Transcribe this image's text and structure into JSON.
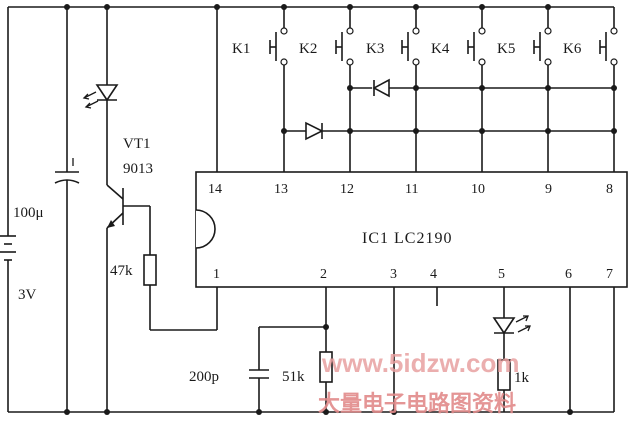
{
  "components": {
    "capacitor_electrolytic": "100μ",
    "battery": "3V",
    "transistor_ref": "VT1",
    "transistor_part": "9013",
    "resistor_base": "47k",
    "capacitor_timing": "200p",
    "resistor_timing": "51k",
    "resistor_led": "1k",
    "ic_label": "IC1  LC2190"
  },
  "keys": [
    "K1",
    "K2",
    "K3",
    "K4",
    "K5",
    "K6"
  ],
  "pins_top": [
    "14",
    "13",
    "12",
    "11",
    "10",
    "9",
    "8"
  ],
  "pins_bottom": [
    "1",
    "2",
    "3",
    "4",
    "5",
    "6",
    "7"
  ],
  "watermark": {
    "url": "www.5idzw.com",
    "cn": "大量电子电路图资料"
  },
  "colors": {
    "line": "#1a1a1a",
    "watermark": "#e28a8a"
  }
}
